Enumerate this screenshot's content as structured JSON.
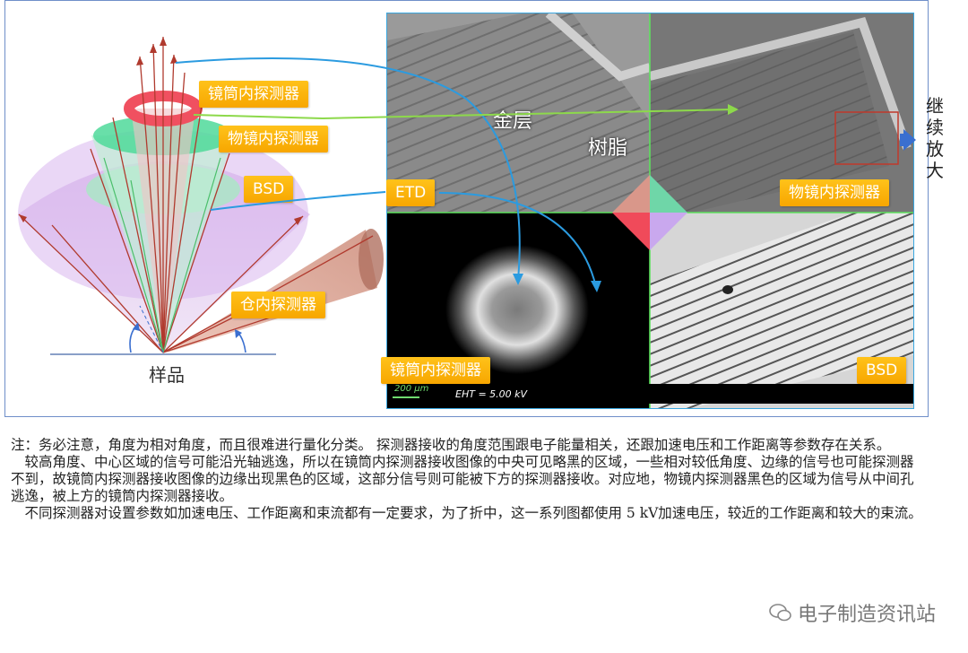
{
  "diagram": {
    "sample_label": "样品",
    "detectors": {
      "in_lens_top": "镜筒内探测器",
      "in_lens_objective": "物镜内探测器",
      "bsd": "BSD",
      "in_chamber": "仓内探测器",
      "etd": "ETD"
    },
    "sem": {
      "gold_layer": "金层",
      "resin": "树脂",
      "label_objective": "物镜内探测器",
      "label_inlens": "镜筒内探测器",
      "label_bsd": "BSD",
      "scale_text": "200 μm",
      "eht_text": "EHT =  5.00 kV"
    },
    "continue_zoom": "继续放大",
    "colors": {
      "frame_border": "#6f8fc9",
      "tag_orange": "#f7a600",
      "arrow_blue": "#2b9be0",
      "arrow_green": "#8dd94b",
      "ray_red": "#b03a2e"
    }
  },
  "caption": {
    "p1": "注：务必注意，角度为相对角度，而且很难进行量化分类。 探测器接收的角度范围跟电子能量相关，还跟加速电压和工作距离等参数存在关系。",
    "p2": "　较高角度、中心区域的信号可能沿光轴逃逸，所以在镜筒内探测器接收图像的中央可见略黑的区域，一些相对较低角度、边缘的信号也可能探测器不到，故镜筒内探测器接收图像的边缘出现黑色的区域，这部分信号则可能被下方的探测器接收。对应地，物镜内探测器黑色的区域为信号从中间孔逃逸，被上方的镜筒内探测器接收。",
    "p3": "　不同探测器对设置参数如加速电压、工作距离和束流都有一定要求，为了折中，这一系列图都使用  5 kV加速电压，较近的工作距离和较大的束流。"
  },
  "watermark": "电子制造资讯站"
}
